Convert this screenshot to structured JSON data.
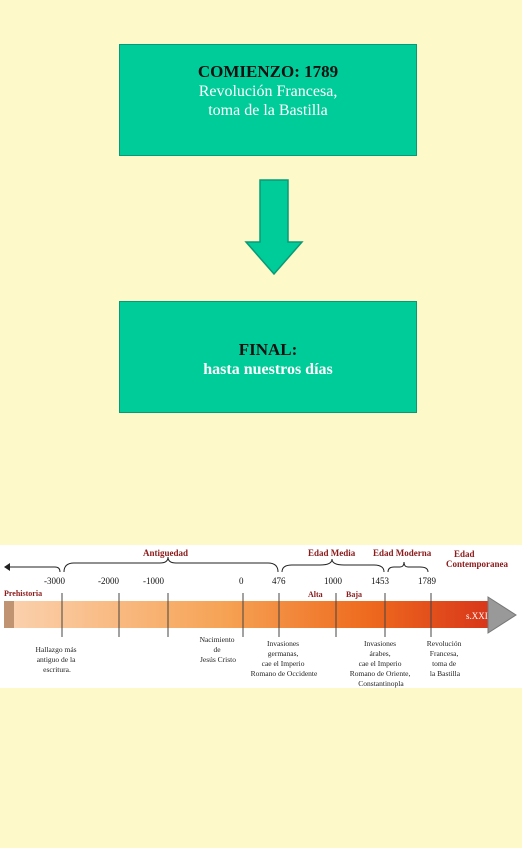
{
  "start": {
    "title": "COMIENZO: 1789",
    "line1": "Revolución Francesa,",
    "line2": "toma de la Bastilla"
  },
  "end": {
    "title": "FINAL:",
    "line1": "hasta nuestros días"
  },
  "colors": {
    "background": "#fdf9c8",
    "box": "#00cc99",
    "arrow": "#00cc99",
    "era_label": "#8b1a1a"
  },
  "timeline": {
    "eras": {
      "prehistoria": "Prehistoria",
      "antiguedad": "Antiguedad",
      "edad_media": "Edad Media",
      "edad_moderna": "Edad Moderna",
      "edad_contemporanea_1": "Edad",
      "edad_contemporanea_2": "Contemporanea",
      "alta": "Alta",
      "baja": "Baja"
    },
    "years": [
      "-3000",
      "-2000",
      "-1000",
      "0",
      "476",
      "1000",
      "1453",
      "1789"
    ],
    "tip": "s.XXI",
    "events": {
      "e1": [
        "Hallazgo más",
        "antiguo de la",
        "escritura."
      ],
      "e2": [
        "Nacimiento",
        "de",
        "Jesús Cristo"
      ],
      "e3": [
        "Invasiones",
        "germanas,",
        "cae el Imperio",
        "Romano de Occidente"
      ],
      "e4": [
        "Invasiones",
        "árabes,",
        "cae el Imperio",
        "Romano de Oriente,",
        "Constantinopla"
      ],
      "e5": [
        "Revolución",
        "Francesa,",
        "toma de",
        "la Bastilla"
      ]
    }
  }
}
